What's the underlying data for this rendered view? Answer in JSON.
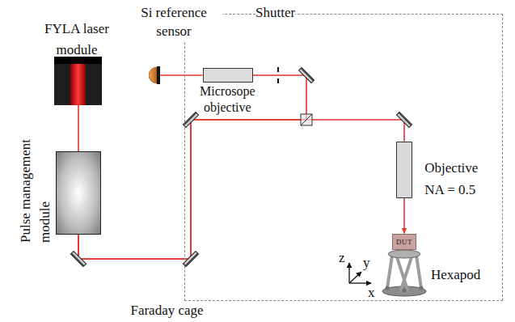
{
  "diagram": {
    "nodes": [
      {
        "text": [
          "FYLA laser module"
        ]
      },
      {
        "text": [
          "Pulse management module"
        ]
      },
      {
        "text": [
          "Faraday cage"
        ]
      },
      {
        "text": [
          "Si reference sensor"
        ]
      },
      {
        "text": [
          "Microsope objective"
        ],
        "in": 2
      },
      {
        "text": [
          "Objective NA = 0.5"
        ],
        "in": 2
      },
      {
        "text": [
          "DUT"
        ],
        "in": 2
      }
    ],
    "edges": [
      {
        "from": 0,
        "to": 1,
        "arrow": "none"
      },
      {
        "from": 1,
        "to": 5,
        "arrow": "none"
      },
      {
        "from": 1,
        "to": 4,
        "arrow": "none"
      },
      {
        "from": 4,
        "to": 3,
        "arrow": "none"
      },
      {
        "from": 5,
        "to": 6,
        "arrow": "to"
      }
    ],
    "labels": [
      "Shutter",
      "Hexapod",
      "z",
      "y",
      "x"
    ]
  }
}
